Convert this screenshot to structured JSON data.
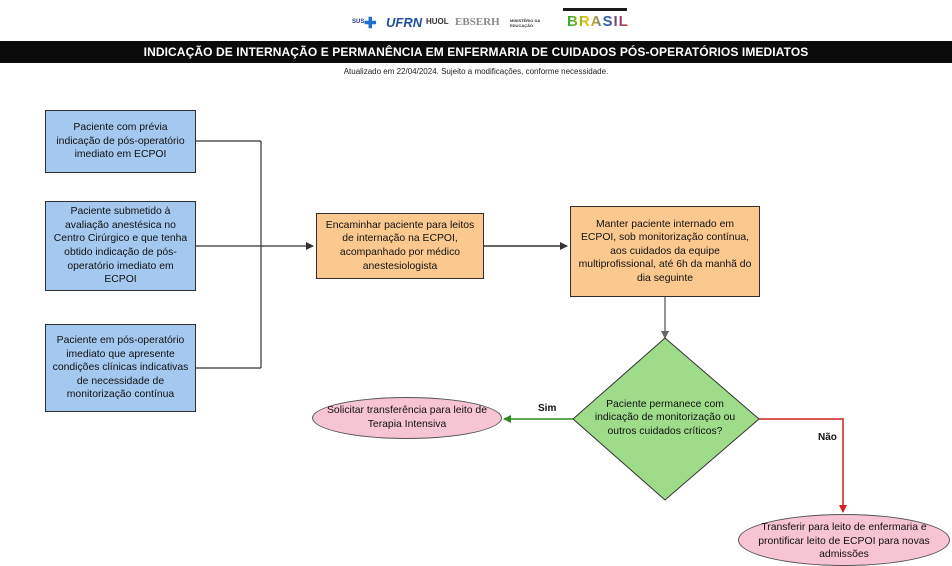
{
  "header": {
    "logos": [
      {
        "name": "sus-logo",
        "text": "SUS"
      },
      {
        "name": "ufrn-logo",
        "text": "UFRN"
      },
      {
        "name": "huol-logo",
        "text": "HUOL"
      },
      {
        "name": "ebserh-logo",
        "text": "EBSERH"
      },
      {
        "name": "ministerio-educacao-logo",
        "text": "MINISTÉRIO DA EDUCAÇÃO"
      },
      {
        "name": "governo-federal-brasil-logo",
        "text": "BRASIL"
      }
    ],
    "title": "INDICAÇÃO DE INTERNAÇÃO E PERMANÊNCIA EM ENFERMARIA DE CUIDADOS PÓS-OPERATÓRIOS IMEDIATOS",
    "subtitle": "Atualizado em 22/04/2024. Sujeito a modificações, conforme necessidade."
  },
  "flowchart": {
    "inputs": [
      "Paciente com prévia indicação de pós-operatório imediato em ECPOI",
      "Paciente submetido à avaliação anestésica no Centro Cirúrgico e que tenha obtido indicação de pós-operatório imediato em ECPOI",
      "Paciente em pós-operatório imediato que apresente condições clínicas indicativas de necessidade de monitorização contínua"
    ],
    "process_1": "Encaminhar paciente para leitos de internação na ECPOI, acompanhado por médico anestesiologista",
    "process_2": "Manter paciente internado em ECPOI, sob monitorização contínua, aos cuidados da equipe multiprofissional, até 6h da manhã do dia seguinte",
    "decision": "Paciente permanece com indicação de monitorização ou outros cuidados críticos?",
    "outcome_yes": "Solicitar transferência para leito de Terapia Intensiva",
    "outcome_no": "Transferir para leito de enfermaria e prontificar leito de ECPOI para novas admissões",
    "label_yes": "Sim",
    "label_no": "Não"
  },
  "colors": {
    "input_fill": "#a4c8ee",
    "process_fill": "#fbc98f",
    "decision_fill": "#9fdc8a",
    "terminal_fill": "#f6c4d3",
    "yes_arrow": "#2e8b1f",
    "no_arrow": "#d21f1f"
  }
}
